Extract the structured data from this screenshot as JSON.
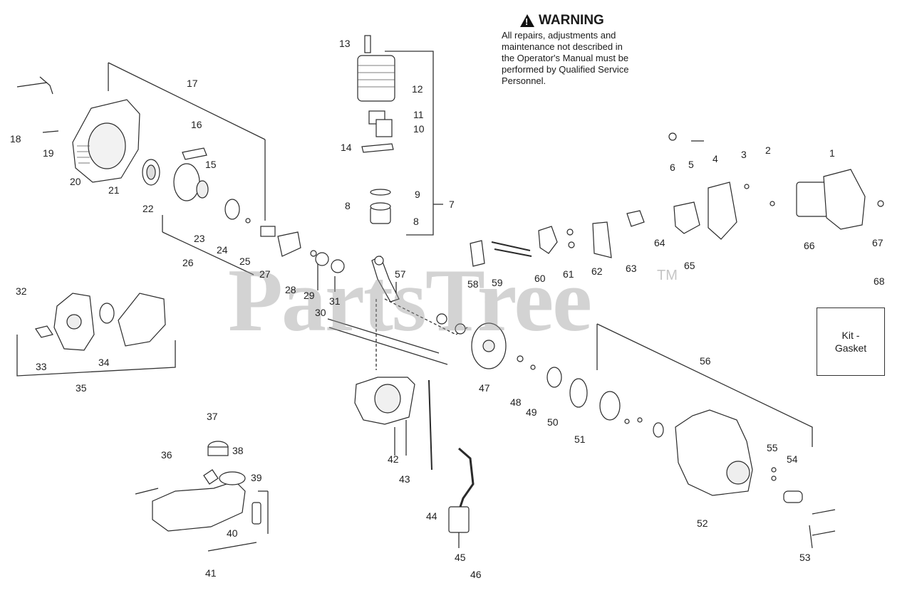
{
  "warning": {
    "title": "WARNING",
    "lines": [
      "All repairs, adjustments and",
      "maintenance not described in",
      "the Operator's Manual must be",
      "performed by Qualified Service",
      "Personnel."
    ]
  },
  "watermark": {
    "text": "PartsTree",
    "tm": "TM"
  },
  "kit_box": {
    "line1": "Kit -",
    "line2": "Gasket"
  },
  "part_numbers": {
    "p1": "1",
    "p2": "2",
    "p3": "3",
    "p4": "4",
    "p5": "5",
    "p6": "6",
    "p7": "7",
    "p8a": "8",
    "p8b": "8",
    "p9": "9",
    "p10": "10",
    "p11": "11",
    "p12": "12",
    "p13": "13",
    "p14": "14",
    "p15": "15",
    "p16": "16",
    "p17": "17",
    "p18": "18",
    "p19": "19",
    "p20": "20",
    "p21": "21",
    "p22": "22",
    "p23": "23",
    "p24": "24",
    "p25": "25",
    "p26": "26",
    "p27": "27",
    "p28": "28",
    "p29": "29",
    "p30": "30",
    "p31": "31",
    "p32": "32",
    "p33": "33",
    "p34": "34",
    "p35": "35",
    "p36": "36",
    "p37": "37",
    "p38": "38",
    "p39": "39",
    "p40": "40",
    "p41": "41",
    "p42": "42",
    "p43": "43",
    "p44": "44",
    "p45": "45",
    "p46": "46",
    "p47": "47",
    "p48": "48",
    "p49": "49",
    "p50": "50",
    "p51": "51",
    "p52": "52",
    "p53": "53",
    "p54": "54",
    "p55": "55",
    "p56": "56",
    "p57": "57",
    "p58": "58",
    "p59": "59",
    "p60": "60",
    "p61": "61",
    "p62": "62",
    "p63": "63",
    "p64": "64",
    "p65": "65",
    "p66": "66",
    "p67": "67",
    "p68": "68"
  }
}
